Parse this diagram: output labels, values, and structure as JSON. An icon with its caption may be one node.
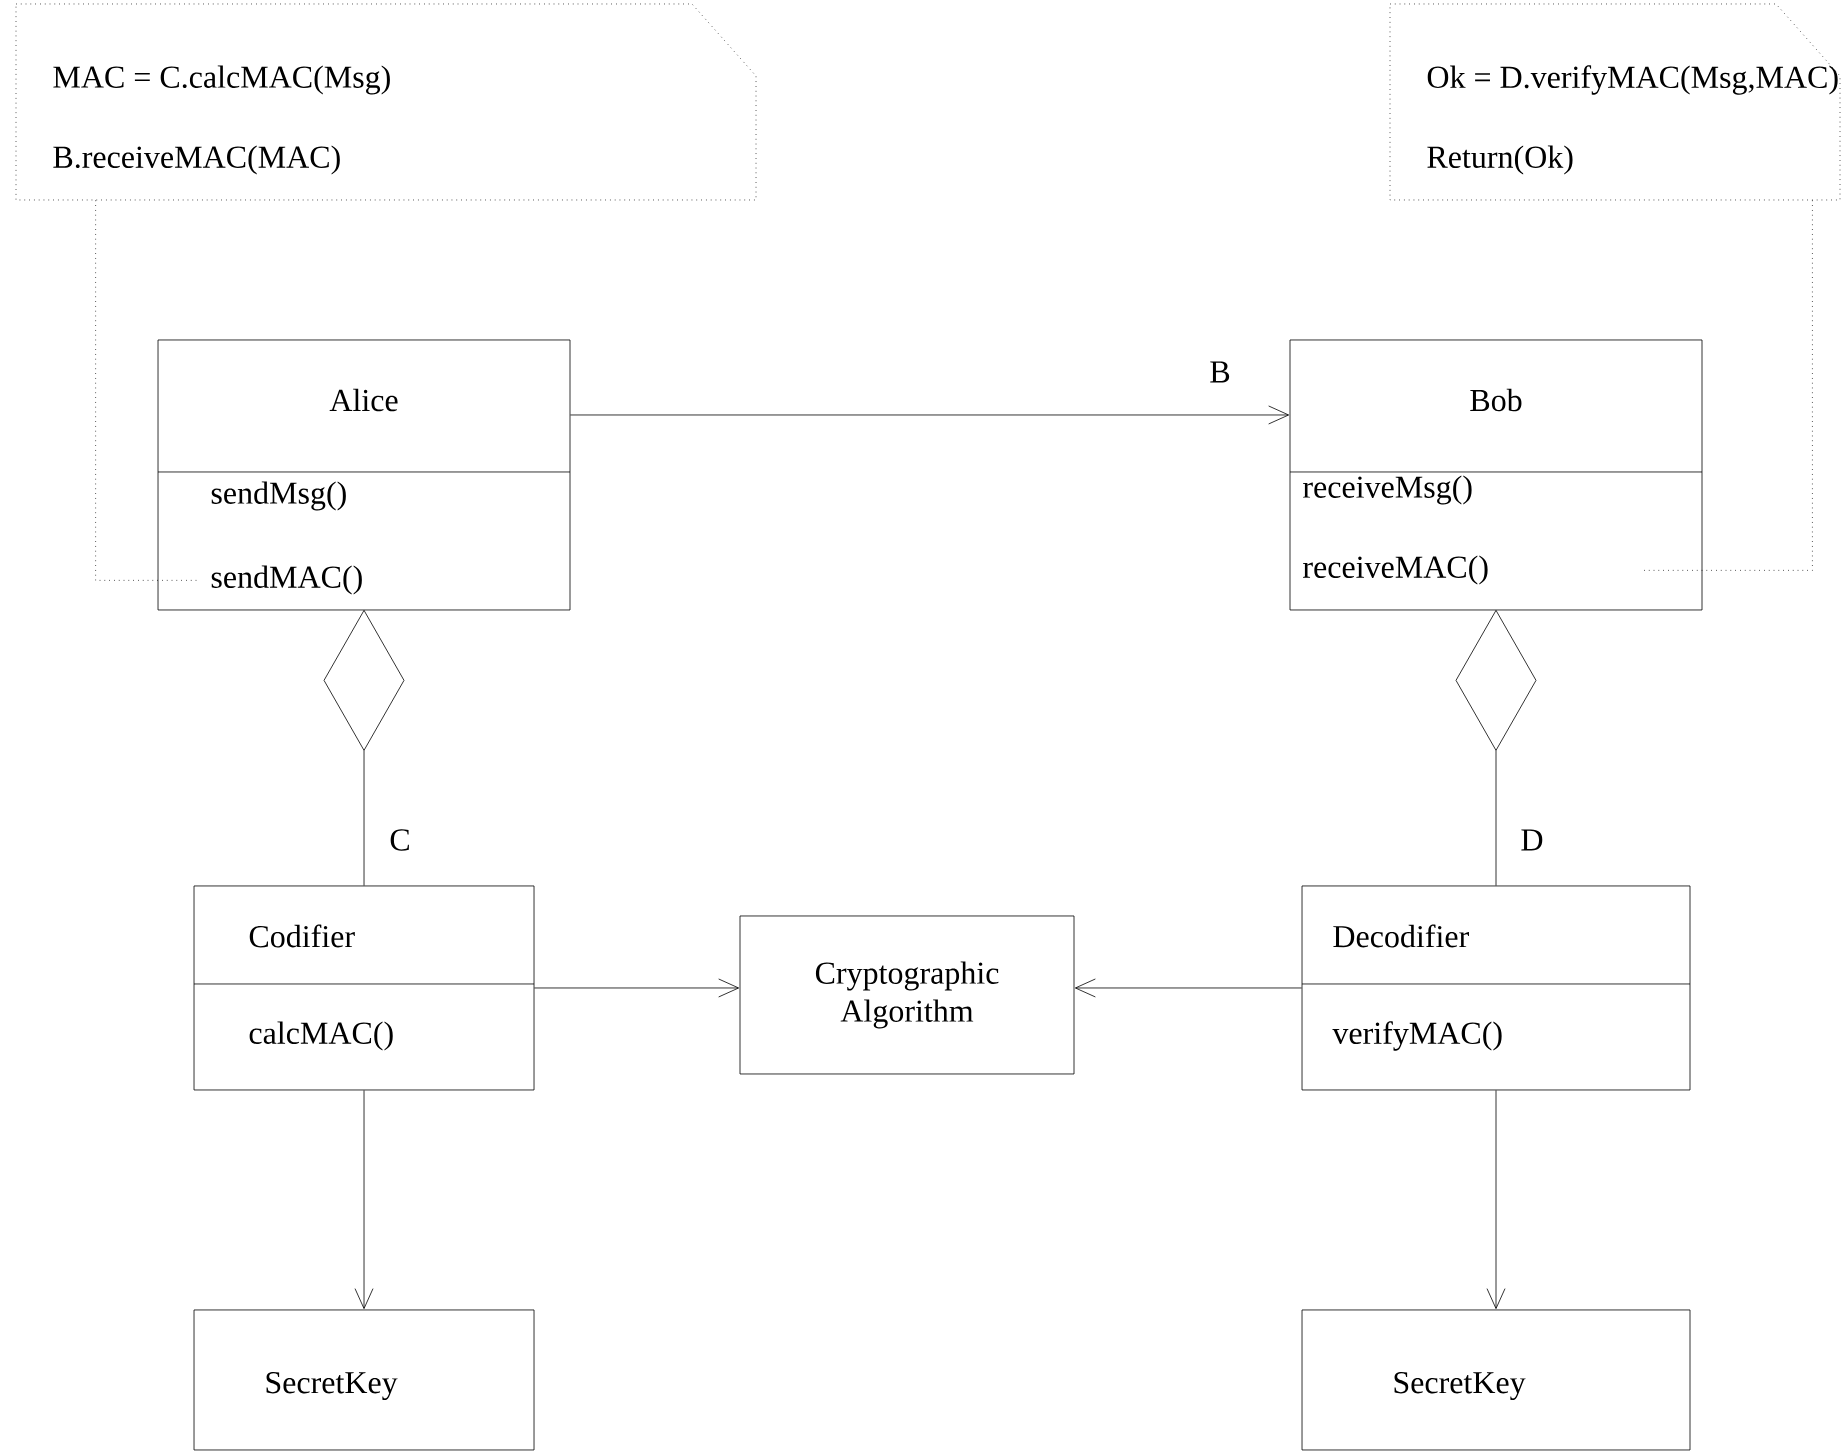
{
  "diagram": {
    "nodes": [
      {
        "text": [
          "MAC = C.calcMAC(Msg)",
          "B.receiveMAC(MAC)"
        ]
      },
      {
        "text": [
          "Ok = D.verifyMAC(Msg,MAC)",
          "Return(Ok)"
        ]
      },
      {
        "text": [
          "Alice",
          "sendMsg()",
          "sendMAC()"
        ]
      },
      {
        "text": [
          "Bob",
          "receiveMsg()",
          "receiveMAC()"
        ]
      },
      {
        "text": [
          "Codifier",
          "calcMAC()"
        ]
      },
      {
        "text": [
          "Cryptographic Algorithm"
        ]
      },
      {
        "text": [
          "Decodifier",
          "verifyMAC()"
        ]
      },
      {
        "text": [
          "SecretKey"
        ]
      },
      {
        "text": [
          "SecretKey"
        ]
      }
    ],
    "edges": [
      {
        "from": 0,
        "to": 2,
        "arrow": "none",
        "style": "dashed"
      },
      {
        "from": 1,
        "to": 3,
        "arrow": "none",
        "style": "dashed"
      },
      {
        "from": 2,
        "to": 3,
        "label": "B",
        "arrow": "to"
      },
      {
        "from": 2,
        "to": 4,
        "label": "C",
        "arrow": "other"
      },
      {
        "from": 3,
        "to": 6,
        "label": "D",
        "arrow": "other"
      },
      {
        "from": 4,
        "to": 5,
        "arrow": "to"
      },
      {
        "from": 6,
        "to": 5,
        "arrow": "to"
      },
      {
        "from": 4,
        "to": 7,
        "arrow": "to"
      },
      {
        "from": 6,
        "to": 8,
        "arrow": "to"
      }
    ]
  }
}
